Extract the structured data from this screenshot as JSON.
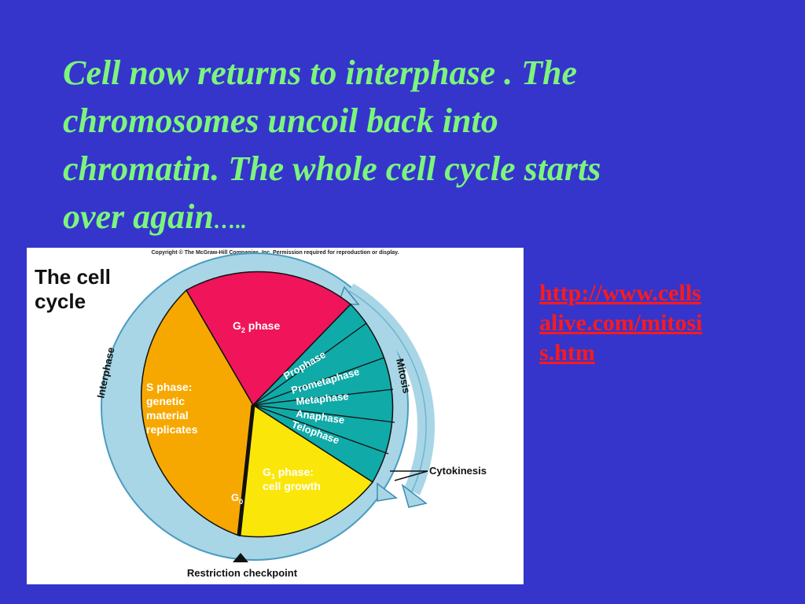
{
  "slide": {
    "heading_lines": [
      "Cell now returns to interphase .  The",
      "chromosomes uncoil back into",
      "chromatin. The whole cell cycle starts",
      "over again"
    ],
    "heading_ellipsis": "…..",
    "link_lines": [
      "http://www.cells",
      "alive.com/mitosi",
      "s.htm"
    ]
  },
  "figure": {
    "copyright": "Copyright © The McGraw-Hill Companies, Inc. Permission required for reproduction or display.",
    "title_line1": "The cell",
    "title_line2": "cycle",
    "interphase_label": "Interphase",
    "mitosis_label": "Mitosis",
    "g2_label": "G",
    "g2_sub": "2",
    "g2_suffix": " phase",
    "s_phase_lines": [
      "S phase:",
      "genetic",
      "material",
      "replicates"
    ],
    "g1_label": "G",
    "g1_sub": "1",
    "g1_suffix": " phase:",
    "g1_line2": "cell growth",
    "g0_label": "G",
    "g0_sub": "0",
    "mitosis_stages": [
      "Prophase",
      "Prometaphase",
      "Metaphase",
      "Anaphase",
      "Telophase"
    ],
    "cytokinesis_label": "Cytokinesis",
    "restriction_label": "Restriction checkpoint",
    "colors": {
      "s_phase": "#f7a800",
      "g2_phase": "#f0145a",
      "g1_phase": "#fbe60a",
      "mitosis": "#10aaa8",
      "ring": "#a8d6e6",
      "background": "#3535cc",
      "heading": "#7cf57c",
      "link": "#ff1a1a"
    }
  }
}
